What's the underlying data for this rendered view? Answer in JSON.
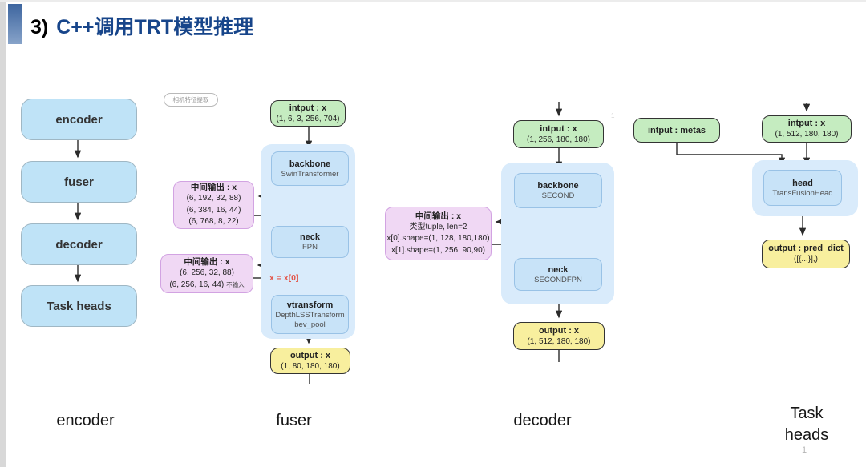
{
  "slide": {
    "title_prefix": "3)",
    "title": "C++调用TRT模型推理",
    "page_number": "1",
    "footnote_marker": "1"
  },
  "colors": {
    "title_accent": "#17458a",
    "green_box": "#c5ecc0",
    "yellow_box": "#f8ef9e",
    "pink_box": "#f0d8f4",
    "module_blue": "#c8e3f8",
    "container_blue": "#d9ebfb",
    "overview_blue": "#bfe3f7",
    "red_label": "#e2574b"
  },
  "overview": {
    "caption": "encoder",
    "nodes": [
      {
        "label": "encoder"
      },
      {
        "label": "fuser"
      },
      {
        "label": "decoder"
      },
      {
        "label": "Task heads"
      }
    ]
  },
  "fuser_flow": {
    "caption": "fuser",
    "badge": "相机特征提取",
    "input_title": "intput : x",
    "input_shape": "(1, 6, 3, 256, 704)",
    "backbone_title": "backbone",
    "backbone_subtitle": "SwinTransformer",
    "mid1_title": "中间输出 : x",
    "mid1_lines": [
      "(6, 192, 32, 88)",
      "(6, 384, 16, 44)",
      "(6, 768, 8, 22)"
    ],
    "neck_title": "neck",
    "neck_subtitle": "FPN",
    "mid2_title": "中间输出 : x",
    "mid2_line1": "(6, 256, 32, 88)",
    "mid2_line2": "(6, 256, 16, 44)",
    "mid2_note": "不输入",
    "slice_label": "x = x[0]",
    "vtransform_title": "vtransform",
    "vtransform_subtitle1": "DepthLSSTransform",
    "vtransform_subtitle2": "bev_pool",
    "output_title": "output : x",
    "output_shape": "(1, 80, 180, 180)"
  },
  "decoder_flow": {
    "caption": "decoder",
    "input_title": "intput : x",
    "input_shape": "(1, 256, 180, 180)",
    "backbone_title": "backbone",
    "backbone_subtitle": "SECOND",
    "mid_title": "中间输出 : x",
    "mid_lines": [
      "类型tuple, len=2",
      "x[0].shape=(1, 128, 180,180)",
      "x[1].shape=(1, 256, 90,90)"
    ],
    "neck_title": "neck",
    "neck_subtitle": "SECONDFPN",
    "output_title": "output : x",
    "output_shape": "(1, 512, 180, 180)"
  },
  "head_flow": {
    "caption_line1": "Task",
    "caption_line2": "heads",
    "metas_title": "intput : metas",
    "input_title": "intput : x",
    "input_shape": "(1, 512, 180, 180)",
    "head_title": "head",
    "head_subtitle": "TransFusionHead",
    "output_title": "output : pred_dict",
    "output_shape": "([{...}],)"
  }
}
